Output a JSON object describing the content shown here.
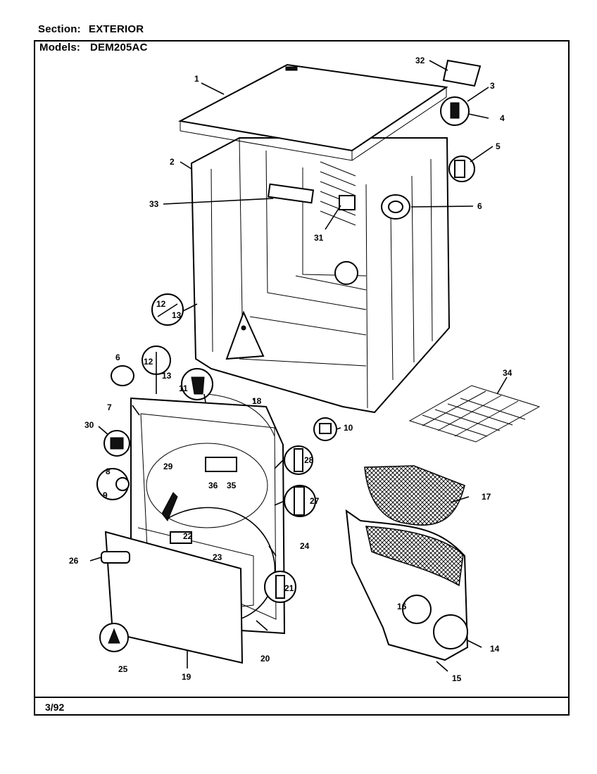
{
  "header": {
    "section_label": "Section:",
    "section_value": "EXTERIOR",
    "models_label": "Models:",
    "models_value": "DEM205AC"
  },
  "footer": {
    "date": "3/92"
  },
  "callouts": [
    "1",
    "2",
    "3",
    "4",
    "5",
    "6",
    "33",
    "31",
    "32",
    "12",
    "13",
    "6",
    "12",
    "13",
    "11",
    "18",
    "10",
    "7",
    "30",
    "28",
    "8",
    "9",
    "29",
    "36",
    "35",
    "27",
    "22",
    "17",
    "24",
    "26",
    "23",
    "21",
    "16",
    "25",
    "19",
    "20",
    "15",
    "14",
    "34"
  ],
  "colors": {
    "ink": "#000000",
    "paper": "#ffffff"
  }
}
